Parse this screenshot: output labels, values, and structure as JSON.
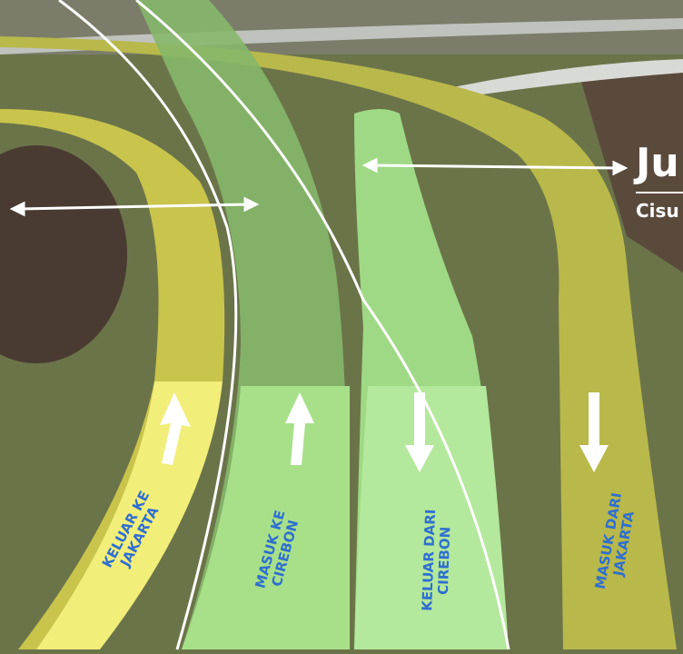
{
  "overlay": {
    "title": "Ju",
    "subtitle": "Cisu"
  },
  "lanes": [
    {
      "label_line1": "KELUAR KE",
      "label_line2": "JAKARTA",
      "direction": "up",
      "color": "#f2ee7a"
    },
    {
      "label_line1": "MASUK KE",
      "label_line2": "CIREBON",
      "direction": "up",
      "color": "#a8e08a"
    },
    {
      "label_line1": "KELUAR DARI",
      "label_line2": "CIREBON",
      "direction": "down",
      "color": "#a8e08a"
    },
    {
      "label_line1": "MASUK DARI",
      "label_line2": "JAKARTA",
      "direction": "down",
      "color": "#d9d45a"
    }
  ],
  "colors": {
    "label": "#2f6fd0",
    "arrow": "#ffffff"
  }
}
